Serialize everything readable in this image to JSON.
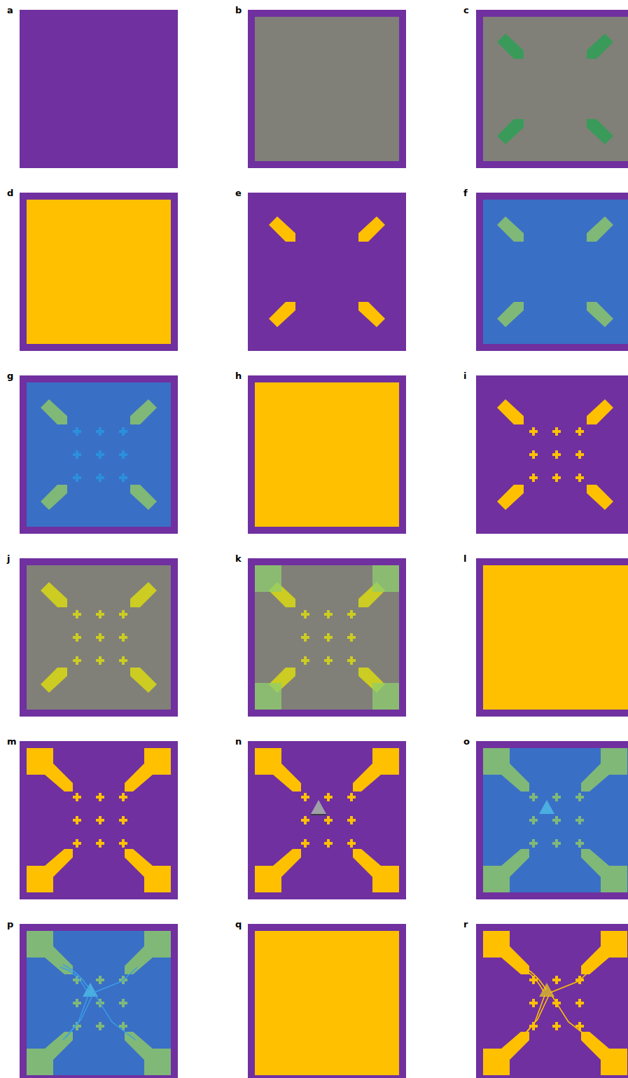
{
  "diagram": {
    "labels": [
      "a",
      "b",
      "c",
      "d",
      "e",
      "f",
      "g",
      "h",
      "i",
      "j",
      "k",
      "l",
      "m",
      "n",
      "o",
      "p",
      "q",
      "r"
    ]
  }
}
